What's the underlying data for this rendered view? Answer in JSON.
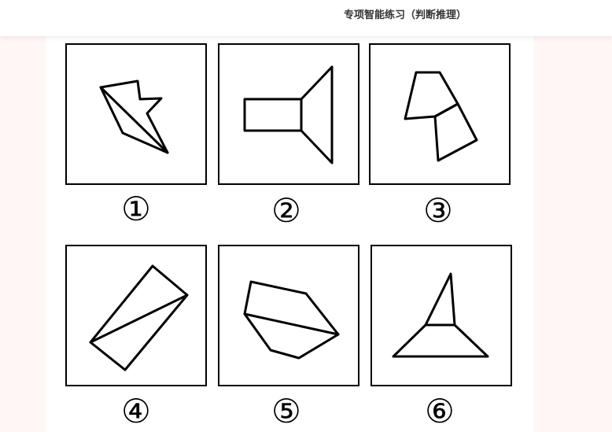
{
  "header": {
    "title": "专项智能练习（判断推理）"
  },
  "figures": [
    {
      "number": "①",
      "shape": "lightning-bolt-shape"
    },
    {
      "number": "②",
      "shape": "rectangle-trapezoid-shape"
    },
    {
      "number": "③",
      "shape": "two-quadrilaterals-shape"
    },
    {
      "number": "④",
      "shape": "split-rectangle-shape"
    },
    {
      "number": "⑤",
      "shape": "split-hexagon-shape"
    },
    {
      "number": "⑥",
      "shape": "triangle-on-trapezoid-shape"
    }
  ]
}
